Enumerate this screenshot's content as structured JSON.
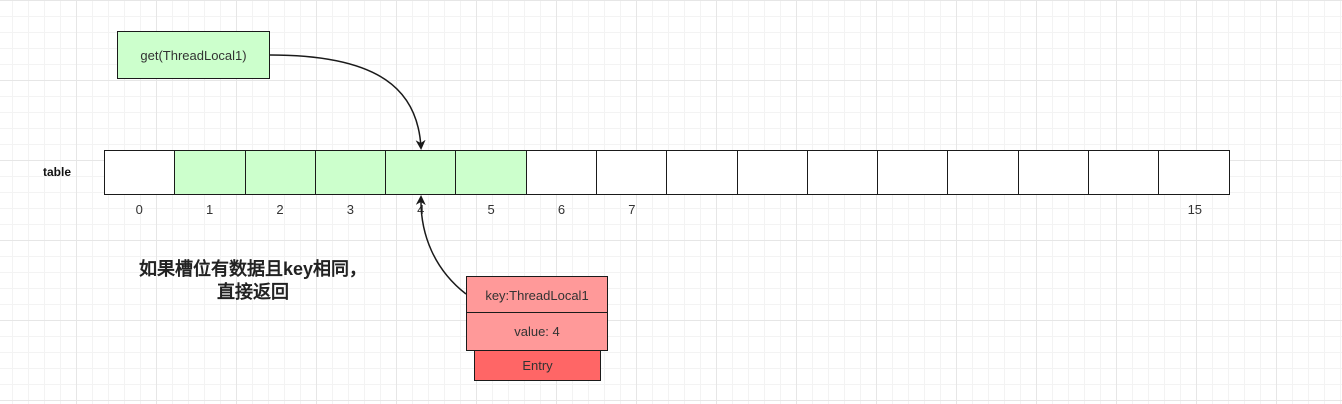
{
  "get_call": {
    "label": "get(ThreadLocal1)"
  },
  "table": {
    "label": "table",
    "filled_slots": [
      1,
      2,
      3,
      4,
      5
    ],
    "slot_count": 16,
    "index_labels": [
      {
        "slot": 0,
        "text": "0"
      },
      {
        "slot": 1,
        "text": "1"
      },
      {
        "slot": 2,
        "text": "2"
      },
      {
        "slot": 3,
        "text": "3"
      },
      {
        "slot": 4,
        "text": "4"
      },
      {
        "slot": 5,
        "text": "5"
      },
      {
        "slot": 6,
        "text": "6"
      },
      {
        "slot": 7,
        "text": "7"
      },
      {
        "slot": 15,
        "text": "15"
      }
    ]
  },
  "note": {
    "line1": "如果槽位有数据且key相同，",
    "line2": "直接返回"
  },
  "entry": {
    "key_label": "key:ThreadLocal1",
    "value_label": "value: 4",
    "title": "Entry"
  },
  "colors": {
    "filled_slot": "#ccffcc",
    "entry_fields": "#ff9999",
    "entry_label": "#ff6666"
  }
}
